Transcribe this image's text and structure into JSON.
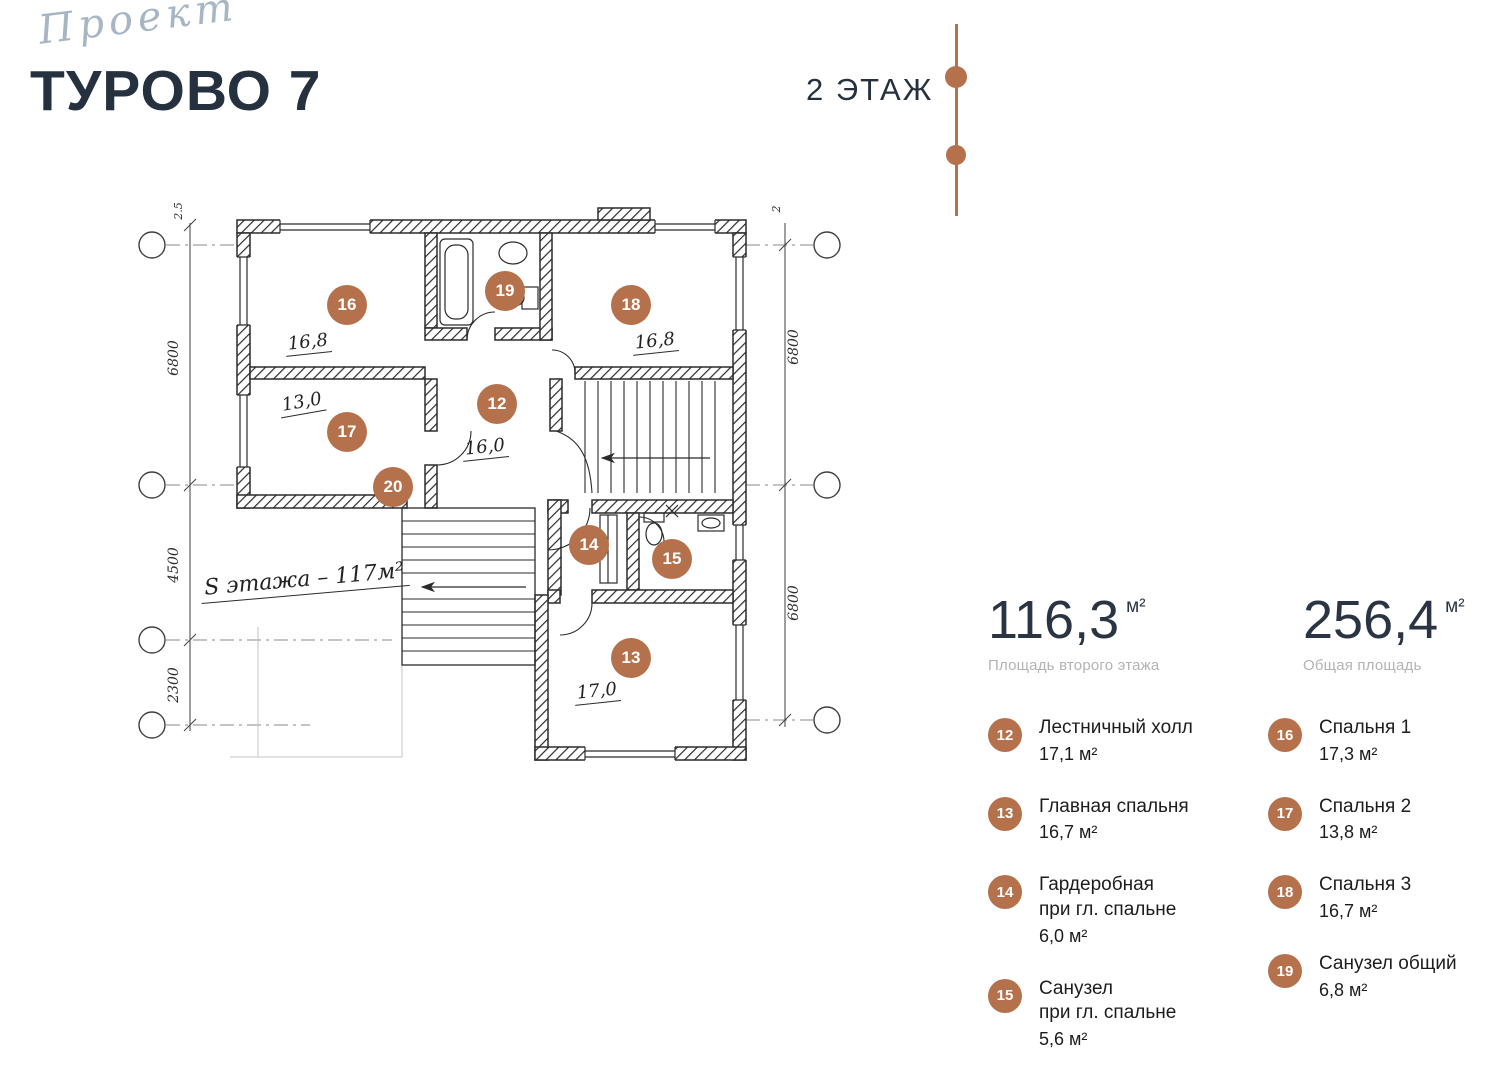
{
  "header": {
    "logo_script": "Проект",
    "title": "ТУРОВО 7",
    "floor_label": "2 ЭТАЖ"
  },
  "plan": {
    "floor_area_note": "S этажа – 117м²",
    "markers": [
      {
        "num": "16"
      },
      {
        "num": "19"
      },
      {
        "num": "18"
      },
      {
        "num": "12"
      },
      {
        "num": "17"
      },
      {
        "num": "20"
      },
      {
        "num": "14"
      },
      {
        "num": "15"
      },
      {
        "num": "13"
      }
    ],
    "area_labels": [
      {
        "text": "16,8"
      },
      {
        "text": "16,8"
      },
      {
        "text": "13,0"
      },
      {
        "text": "16,0"
      },
      {
        "text": "17,0"
      }
    ],
    "dimensions": {
      "left": [
        "6800",
        "4500",
        "2300"
      ],
      "right": [
        "6800",
        "6800"
      ],
      "top_left": "2.5",
      "top_right": "2"
    }
  },
  "stats": [
    {
      "value": "116,3",
      "unit": "м²",
      "caption": "Площадь второго этажа"
    },
    {
      "value": "256,4",
      "unit": "м²",
      "caption": "Общая площадь"
    }
  ],
  "legend": {
    "column1": [
      {
        "num": "12",
        "name": "Лестничный холл",
        "area": "17,1 м²"
      },
      {
        "num": "13",
        "name": "Главная спальня",
        "area": "16,7 м²"
      },
      {
        "num": "14",
        "name": "Гардеробная\nпри гл. спальне",
        "area": "6,0 м²"
      },
      {
        "num": "15",
        "name": "Санузел\nпри гл. спальне",
        "area": "5,6 м²"
      }
    ],
    "column2": [
      {
        "num": "16",
        "name": "Спальня 1",
        "area": "17,3 м²"
      },
      {
        "num": "17",
        "name": "Спальня 2",
        "area": "13,8 м²"
      },
      {
        "num": "18",
        "name": "Спальня 3",
        "area": "16,7 м²"
      },
      {
        "num": "19",
        "name": "Санузел общий",
        "area": "6,8 м²"
      }
    ]
  },
  "colors": {
    "accent": "#b5714c",
    "title_text": "#26313f",
    "caption_text": "#b3b3b3",
    "plan_ink": "#2b2b2b"
  }
}
